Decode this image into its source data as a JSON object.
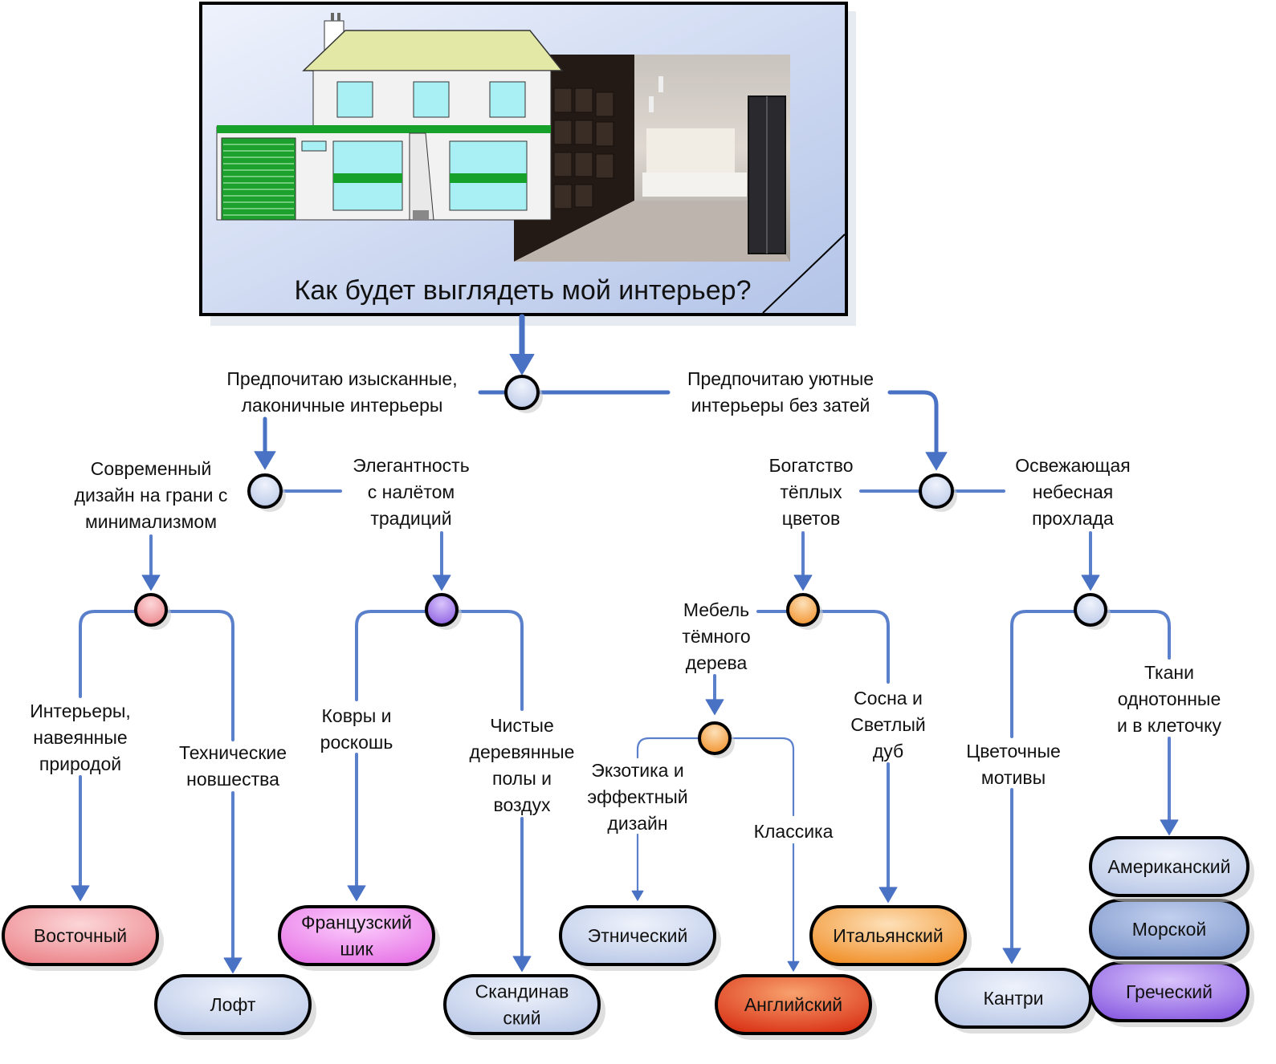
{
  "title": "Как будет выглядеть мой интерьер?",
  "colors": {
    "line": "#4a72c4",
    "line_thin": "#5a80cc",
    "header_bg_top": "#e8eefb",
    "header_bg_bottom": "#b8c8ea",
    "pill_blue": "#c6d2ec",
    "pill_red": "#f08c90",
    "pill_pink": "#ee86ee",
    "pill_orange": "#f4a23c",
    "pill_redorange": "#e8401c",
    "pill_blue_dark": "#8ea6d6",
    "pill_purple": "#9a6ee6",
    "node_blue": "#c9d4ee",
    "node_red": "#ef8f96",
    "node_purple": "#a47ef0",
    "node_orange": "#f39a40"
  },
  "choices": {
    "level1": {
      "left": [
        "Предпочитаю изысканные,",
        "лаконичные интерьеры"
      ],
      "right": [
        "Предпочитаю уютные",
        "интерьеры без затей"
      ]
    },
    "level2": {
      "ll": [
        "Современный",
        "дизайн на грани с",
        "минимализмом"
      ],
      "lr": [
        "Элегантность",
        "с налётом",
        "традиций"
      ],
      "rl": [
        "Богатство",
        "тёплых",
        "цветов"
      ],
      "rr": [
        "Освежающая",
        "небесная",
        "прохлада"
      ]
    },
    "level3": {
      "a": [
        "Интерьеры,",
        "навеянные",
        "природой"
      ],
      "b": [
        "Технические",
        "новшества"
      ],
      "c": [
        "Ковры и",
        "роскошь"
      ],
      "d": [
        "Чистые",
        "деревянные",
        "полы и",
        "воздух"
      ],
      "e": [
        "Мебель",
        "тёмного",
        "дерева"
      ],
      "f": [
        "Сосна и",
        "Светлый",
        "дуб"
      ],
      "g": [
        "Цветочные",
        "мотивы"
      ],
      "h": [
        "Ткани",
        "однотонные",
        "и в клеточку"
      ]
    },
    "level4": {
      "a": [
        "Экзотика и",
        "эффектный",
        "дизайн"
      ],
      "b": [
        "Классика"
      ]
    }
  },
  "styles": {
    "vostochny": [
      "Восточный"
    ],
    "loft": [
      "Лофт"
    ],
    "french": [
      "Французский",
      "шик"
    ],
    "scandinavian": [
      "Скандинав",
      "ский"
    ],
    "ethnic": [
      "Этнический"
    ],
    "english": [
      "Английский"
    ],
    "italian": [
      "Итальянский"
    ],
    "country": [
      "Кантри"
    ],
    "american": [
      "Американский"
    ],
    "sea": [
      "Морской"
    ],
    "greek": [
      "Греческий"
    ]
  }
}
